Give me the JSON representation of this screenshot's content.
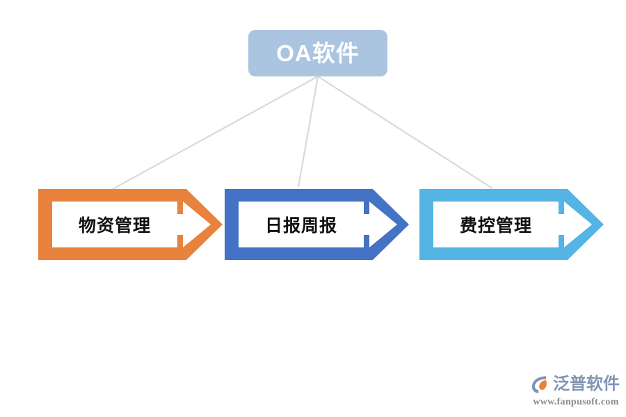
{
  "diagram": {
    "type": "process-flow",
    "title": "OA软件",
    "root": {
      "label": "OA软件",
      "fill": "#abc5e0",
      "text_color": "#ffffff"
    },
    "connector_color": "#d9d9d9",
    "stages": [
      {
        "label": "物资管理",
        "color": "#e8823c",
        "inner_fill": "#ffffff",
        "text_color": "#111111"
      },
      {
        "label": "日报周报",
        "color": "#4472c4",
        "inner_fill": "#ffffff",
        "text_color": "#111111"
      },
      {
        "label": "费控管理",
        "color": "#54b4e4",
        "inner_fill": "#ffffff",
        "text_color": "#111111"
      }
    ]
  },
  "watermark": {
    "brand": "泛普软件",
    "url": "www.fanpusoft.com",
    "brand_color": "#8094b4",
    "accent_color": "#e8823c",
    "url_color": "#8a8a8a"
  }
}
